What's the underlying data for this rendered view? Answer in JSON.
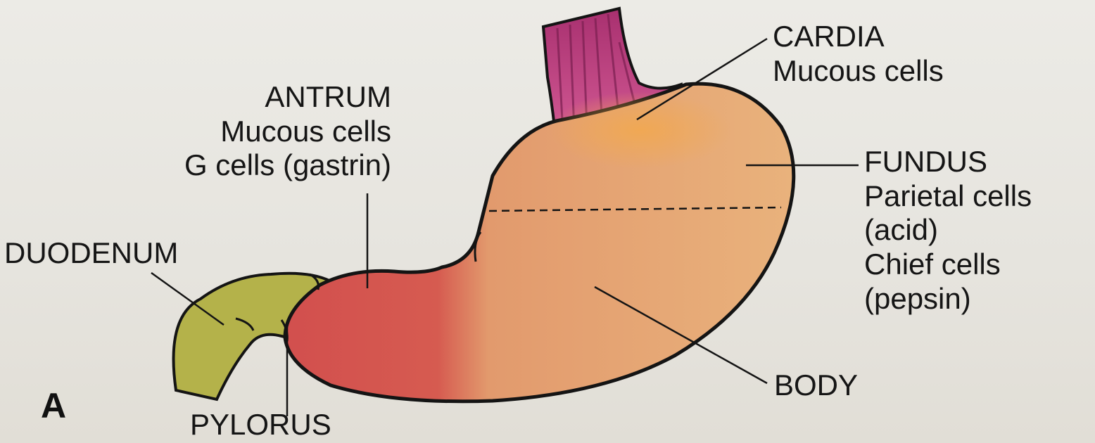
{
  "panel_letter": "A",
  "colors": {
    "background": "#e9e7e1",
    "duodenum": "#b4b24a",
    "antrum": "#d55a50",
    "body": "#e7ae76",
    "cardia": "#efae5f",
    "esophagus": "#b13b7a",
    "outline": "#141414"
  },
  "labels": {
    "cardia": {
      "title": "CARDIA",
      "line1": "Mucous cells"
    },
    "antrum": {
      "title": "ANTRUM",
      "line1": "Mucous cells",
      "line2": "G cells (gastrin)"
    },
    "fundus": {
      "title": "FUNDUS",
      "line1": "Parietal cells",
      "line2": "(acid)",
      "line3": "Chief cells",
      "line4": "(pepsin)"
    },
    "duodenum": {
      "title": "DUODENUM"
    },
    "body": {
      "title": "BODY"
    },
    "pylorus": {
      "title": "PYLORUS"
    }
  }
}
